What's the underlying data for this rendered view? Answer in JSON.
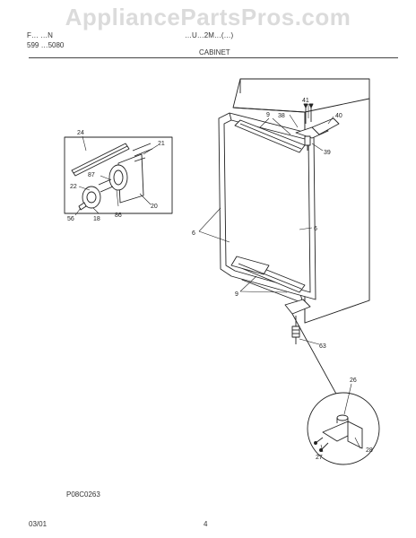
{
  "watermark": "AppliancePartsPros.com",
  "header": {
    "left_line1": "F… …N",
    "left_line2": "599 …5080",
    "center_top": "…U…2M…(…)",
    "section": "CABINET"
  },
  "callouts": {
    "c9a": "9",
    "c38": "38",
    "c41": "41",
    "c40": "40",
    "c39": "39",
    "c24": "24",
    "c21": "21",
    "c87": "87",
    "c22": "22",
    "c20": "20",
    "c56": "56",
    "c18": "18",
    "c86": "86",
    "c6a": "6",
    "c6b": "6",
    "c9b": "9",
    "c63": "63",
    "c26": "26",
    "c27": "27",
    "c28": "28"
  },
  "footer": {
    "figure_code": "P08C0263",
    "date": "03/01",
    "page": "4"
  }
}
